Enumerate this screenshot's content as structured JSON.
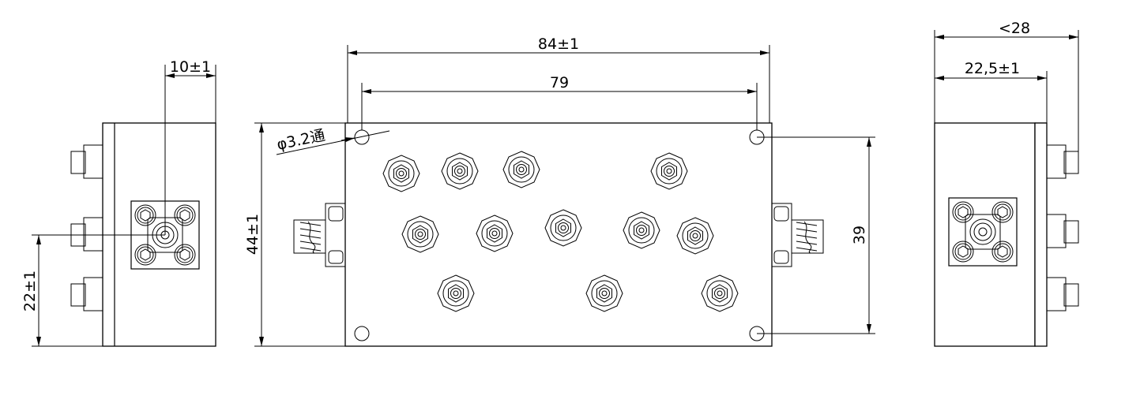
{
  "drawing": {
    "left_view": {
      "width_dim": "10±1",
      "height_dim": "22±1"
    },
    "front_view": {
      "total_length": "84±1",
      "hole_spacing_x": "79",
      "height": "44±1",
      "hole_spacing_y": "39",
      "hole_diameter": "φ3.2通"
    },
    "right_view": {
      "max_depth": "<28",
      "depth": "22,5±1"
    }
  }
}
